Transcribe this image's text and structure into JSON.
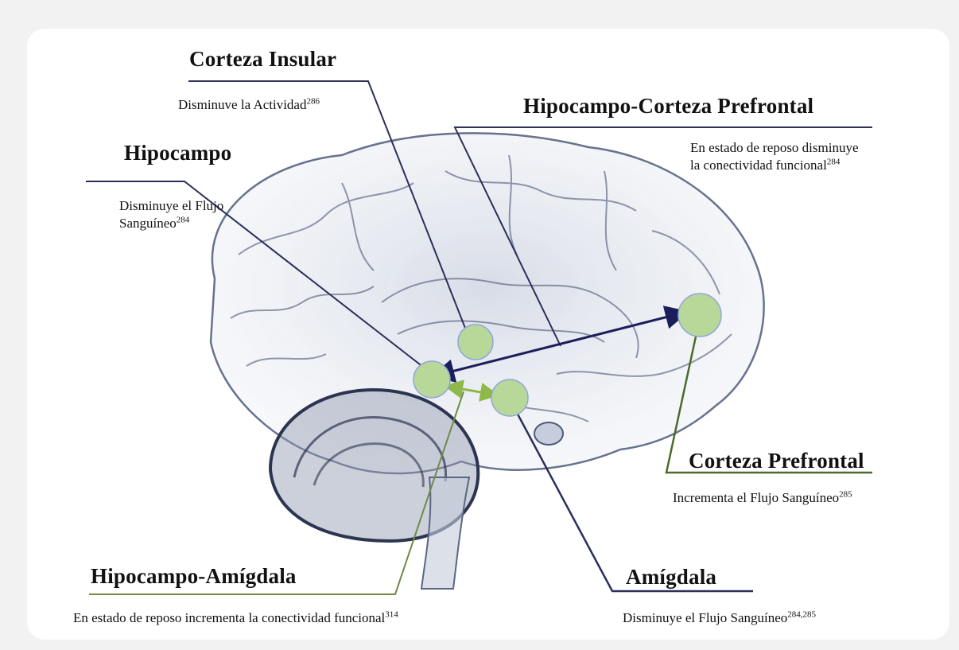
{
  "labels": {
    "corteza_insular": {
      "title": "Corteza Insular",
      "desc": "Disminuve la Actividad",
      "ref": "286"
    },
    "hipocampo_prefrontal": {
      "title": "Hipocampo-Corteza Prefrontal",
      "desc_line1": "En estado de reposo disminuye",
      "desc_line2": "la conectividad funcional",
      "ref": "284"
    },
    "hipocampo": {
      "title": "Hipocampo",
      "desc_line1": "Disminuye el Flujo",
      "desc_line2": "Sanguíneo",
      "ref": "284"
    },
    "corteza_prefrontal": {
      "title": "Corteza Prefrontal",
      "desc": "Incrementa el Flujo Sanguíneo",
      "ref": "285"
    },
    "hipocampo_amigdala": {
      "title": "Hipocampo-Amígdala",
      "desc": "En estado de reposo incrementa la conectividad funcional",
      "ref": "314"
    },
    "amigdala": {
      "title": "Amígdala",
      "desc": "Disminuye el Flujo Sanguíneo",
      "ref": "284,285"
    }
  },
  "colors": {
    "navy_line": "#2b2f5a",
    "green_line": "#6f8a45",
    "region_fill": "#b8d89a",
    "region_stroke": "#8fa7d6",
    "brain_stroke": "#4d5a7a",
    "brain_fill": "#c9d0df"
  }
}
